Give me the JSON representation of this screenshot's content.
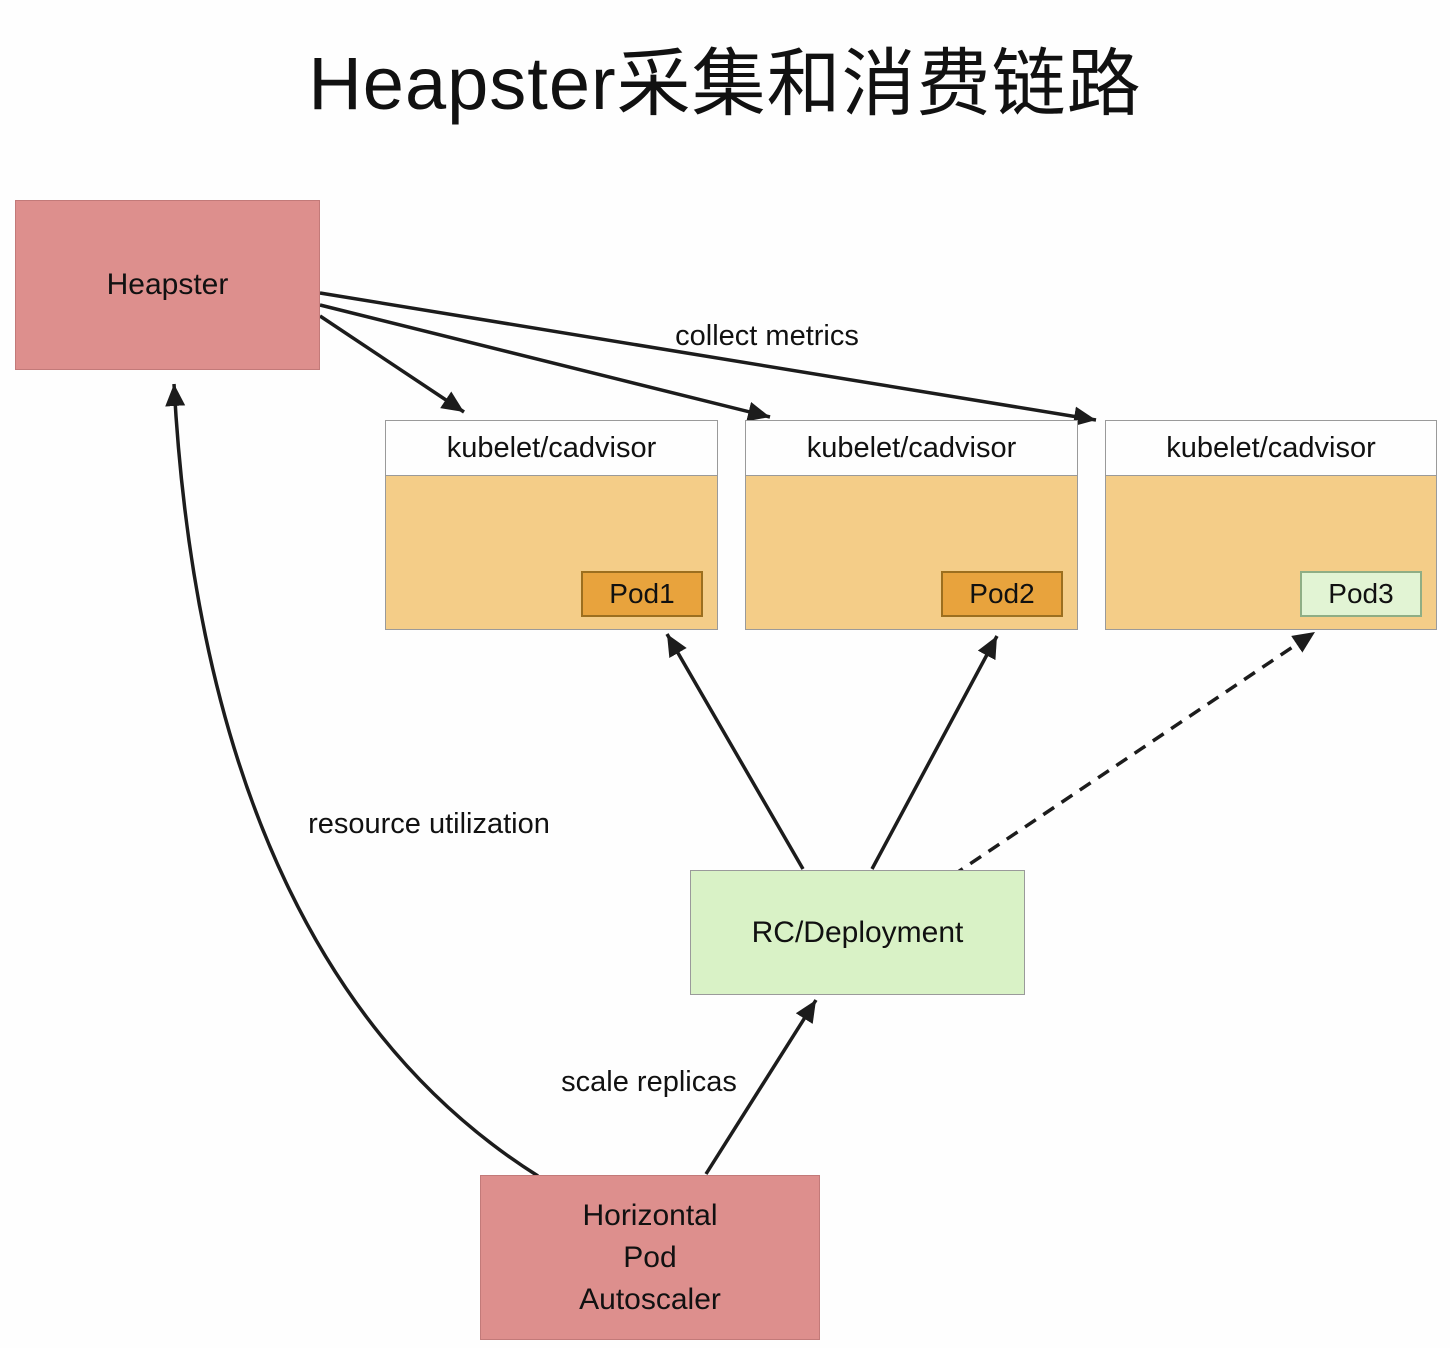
{
  "title": "Heapster采集和消费链路",
  "nodes": {
    "heapster": {
      "label": "Heapster"
    },
    "kubelet1": {
      "header": "kubelet/cadvisor",
      "pod": "Pod1"
    },
    "kubelet2": {
      "header": "kubelet/cadvisor",
      "pod": "Pod2"
    },
    "kubelet3": {
      "header": "kubelet/cadvisor",
      "pod": "Pod3"
    },
    "rc_deployment": {
      "label": "RC/Deployment"
    },
    "hpa": {
      "lines": [
        "Horizontal",
        "Pod",
        "Autoscaler"
      ]
    }
  },
  "edge_labels": {
    "collect_metrics": "collect metrics",
    "resource_utilization": "resource utilization",
    "scale_replicas": "scale replicas"
  },
  "colors": {
    "heapster_box": "#dd8f8d",
    "hpa_box": "#dd8f8d",
    "kubelet_body": "#f4cd88",
    "pod_orange": "#e8a33d",
    "pod_green": "#e2f4d4",
    "rc_box": "#d9f2c6",
    "arrow": "#1c1c1c"
  }
}
